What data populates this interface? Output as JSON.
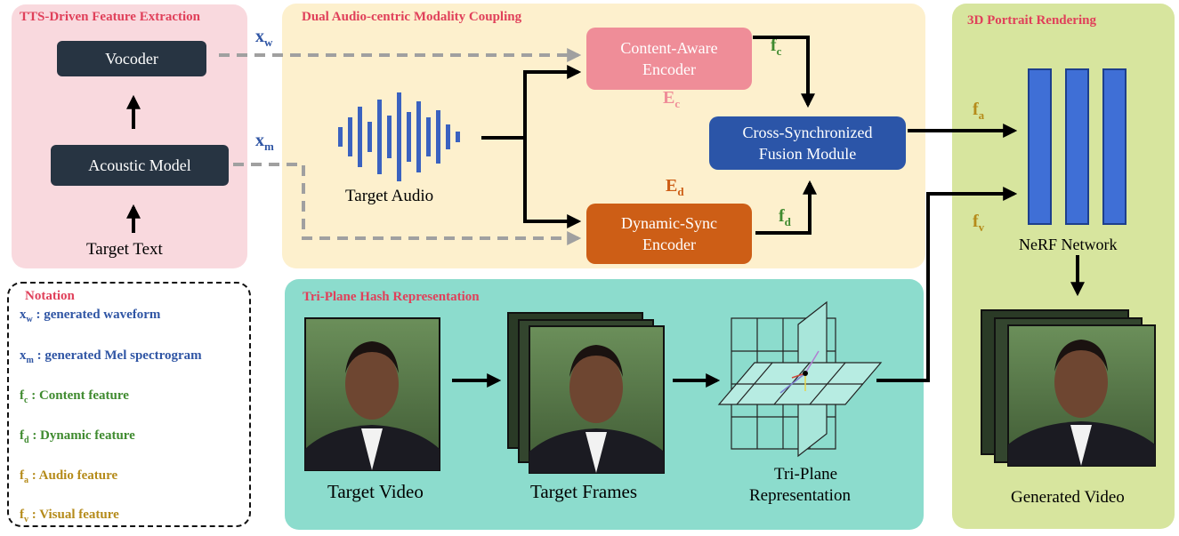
{
  "panels": {
    "tts": "TTS-Driven Feature Extraction",
    "dual": "Dual Audio-centric Modality Coupling",
    "render": "3D Portrait Rendering",
    "triplane": "Tri-Plane Hash Representation",
    "notation": "Notation"
  },
  "boxes": {
    "vocoder": "Vocoder",
    "acoustic": "Acoustic Model",
    "content_l1": "Content-Aware",
    "content_l2": "Encoder",
    "dynamic_l1": "Dynamic-Sync",
    "dynamic_l2": "Encoder",
    "fusion_l1": "Cross-Synchronized",
    "fusion_l2": "Fusion Module"
  },
  "labels": {
    "target_text": "Target Text",
    "target_audio": "Target Audio",
    "nerf": "NeRF Network",
    "target_video": "Target Video",
    "target_frames": "Target Frames",
    "triplane_l1": "Tri-Plane",
    "triplane_l2": "Representation",
    "generated_video": "Generated Video"
  },
  "symbols": {
    "xw": {
      "base": "x",
      "sub": "w"
    },
    "xm": {
      "base": "x",
      "sub": "m"
    },
    "ec": {
      "base": "E",
      "sub": "c"
    },
    "ed": {
      "base": "E",
      "sub": "d"
    },
    "fc": {
      "base": "f",
      "sub": "c"
    },
    "fd": {
      "base": "f",
      "sub": "d"
    },
    "fa": {
      "base": "f",
      "sub": "a"
    },
    "fv": {
      "base": "f",
      "sub": "v"
    }
  },
  "notation": [
    {
      "base": "x",
      "sub": "w",
      "text": ": generated waveform"
    },
    {
      "base": "x",
      "sub": "m",
      "text": ": generated Mel spectrogram"
    },
    {
      "base": "f",
      "sub": "c",
      "text": ": Content feature"
    },
    {
      "base": "f",
      "sub": "d",
      "text": ": Dynamic feature"
    },
    {
      "base": "f",
      "sub": "a",
      "text": ": Audio feature"
    },
    {
      "base": "f",
      "sub": "v",
      "text": ": Visual feature"
    }
  ],
  "colors": {
    "tts_bg": "#f9d9de",
    "dual_bg": "#fdf0cd",
    "render_bg": "#d7e59e",
    "tri_bg": "#8cdccd",
    "title_red": "#e0405a",
    "dark_box": "#273442",
    "pink_box": "#ef8d98",
    "orange_box": "#cd5e16",
    "blue_box": "#2b55a8",
    "nerf_bar": "#3f6fd6",
    "blue_text": "#2f55a4",
    "green_text": "#3e8a2e",
    "gold_text": "#b58b1a"
  }
}
